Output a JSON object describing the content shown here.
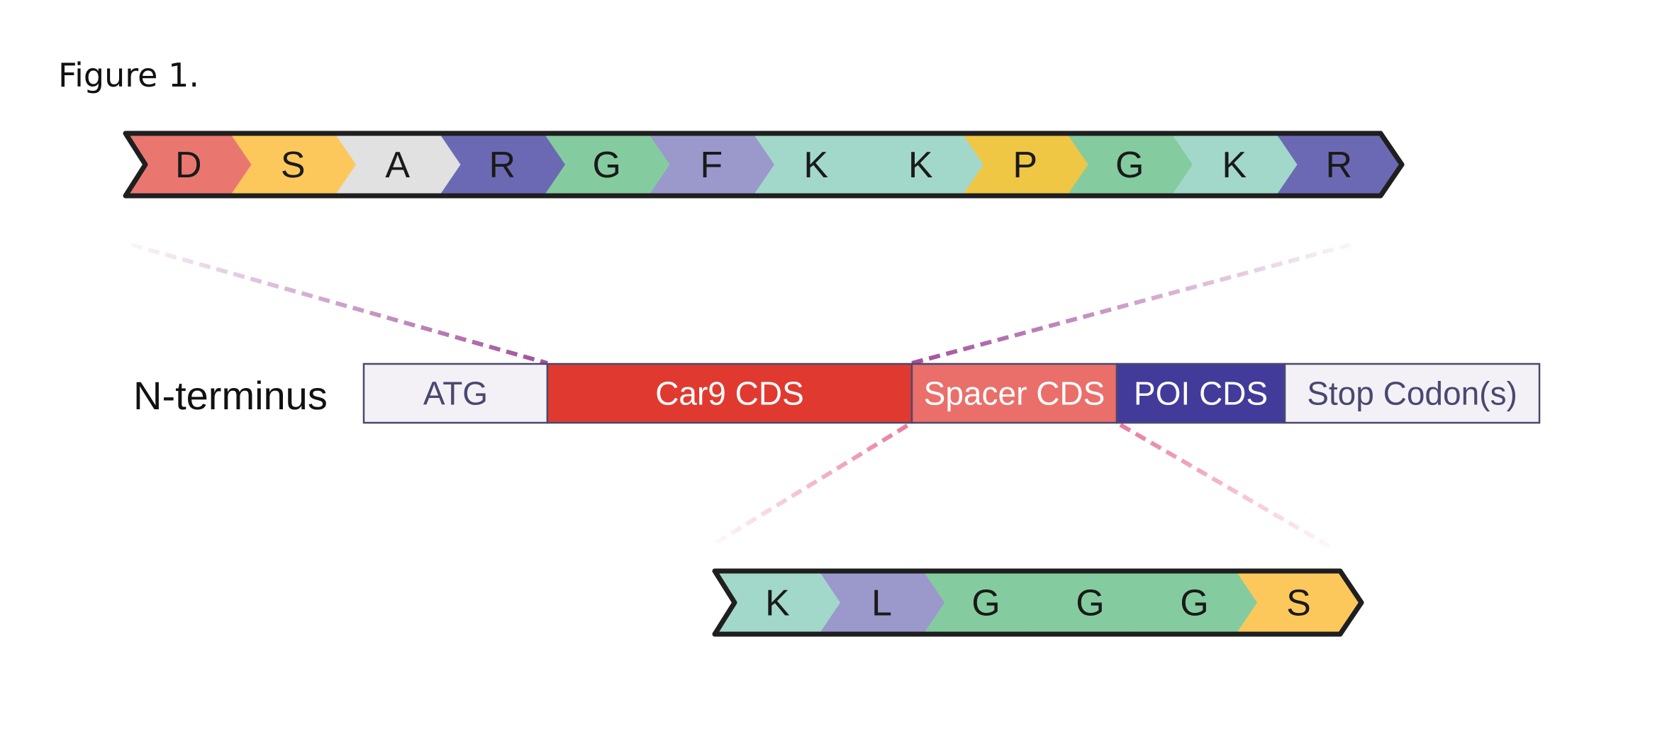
{
  "title": "Figure 1.",
  "construct_label": "N-terminus",
  "construct": [
    {
      "label": "ATG",
      "color": "#f3f1f6",
      "text_color": "#4a4870"
    },
    {
      "label": "Car9 CDS",
      "color": "#e03a30",
      "text_color": "#ffffff"
    },
    {
      "label": "Spacer CDS",
      "color": "#ea6f6a",
      "text_color": "#ffffff"
    },
    {
      "label": "POI CDS",
      "color": "#433b9a",
      "text_color": "#ffffff"
    },
    {
      "label": "Stop Codon(s)",
      "color": "#f3f1f6",
      "text_color": "#4a4870"
    }
  ],
  "car9_sequence": [
    {
      "residue": "D",
      "color": "#e97770"
    },
    {
      "residue": "S",
      "color": "#fdc85b"
    },
    {
      "residue": "A",
      "color": "#e0e1e0"
    },
    {
      "residue": "R",
      "color": "#6c69b4"
    },
    {
      "residue": "G",
      "color": "#84cc9f"
    },
    {
      "residue": "F",
      "color": "#9b98cc"
    },
    {
      "residue": "K",
      "color": "#a2d8ca"
    },
    {
      "residue": "K",
      "color": "#a2d8ca"
    },
    {
      "residue": "P",
      "color": "#f0c645"
    },
    {
      "residue": "G",
      "color": "#84cc9f"
    },
    {
      "residue": "K",
      "color": "#a2d8ca"
    },
    {
      "residue": "R",
      "color": "#6c69b4"
    }
  ],
  "spacer_sequence": [
    {
      "residue": "K",
      "color": "#a2d8ca"
    },
    {
      "residue": "L",
      "color": "#9b98cc"
    },
    {
      "residue": "G",
      "color": "#84cc9f"
    },
    {
      "residue": "G",
      "color": "#84cc9f"
    },
    {
      "residue": "G",
      "color": "#84cc9f"
    },
    {
      "residue": "S",
      "color": "#fdc85b"
    }
  ],
  "colors": {
    "upper_connector": "#a0509a",
    "lower_connector": "#e8789e",
    "outline": "#1f1f1f",
    "construct_border": "#4a4870"
  }
}
